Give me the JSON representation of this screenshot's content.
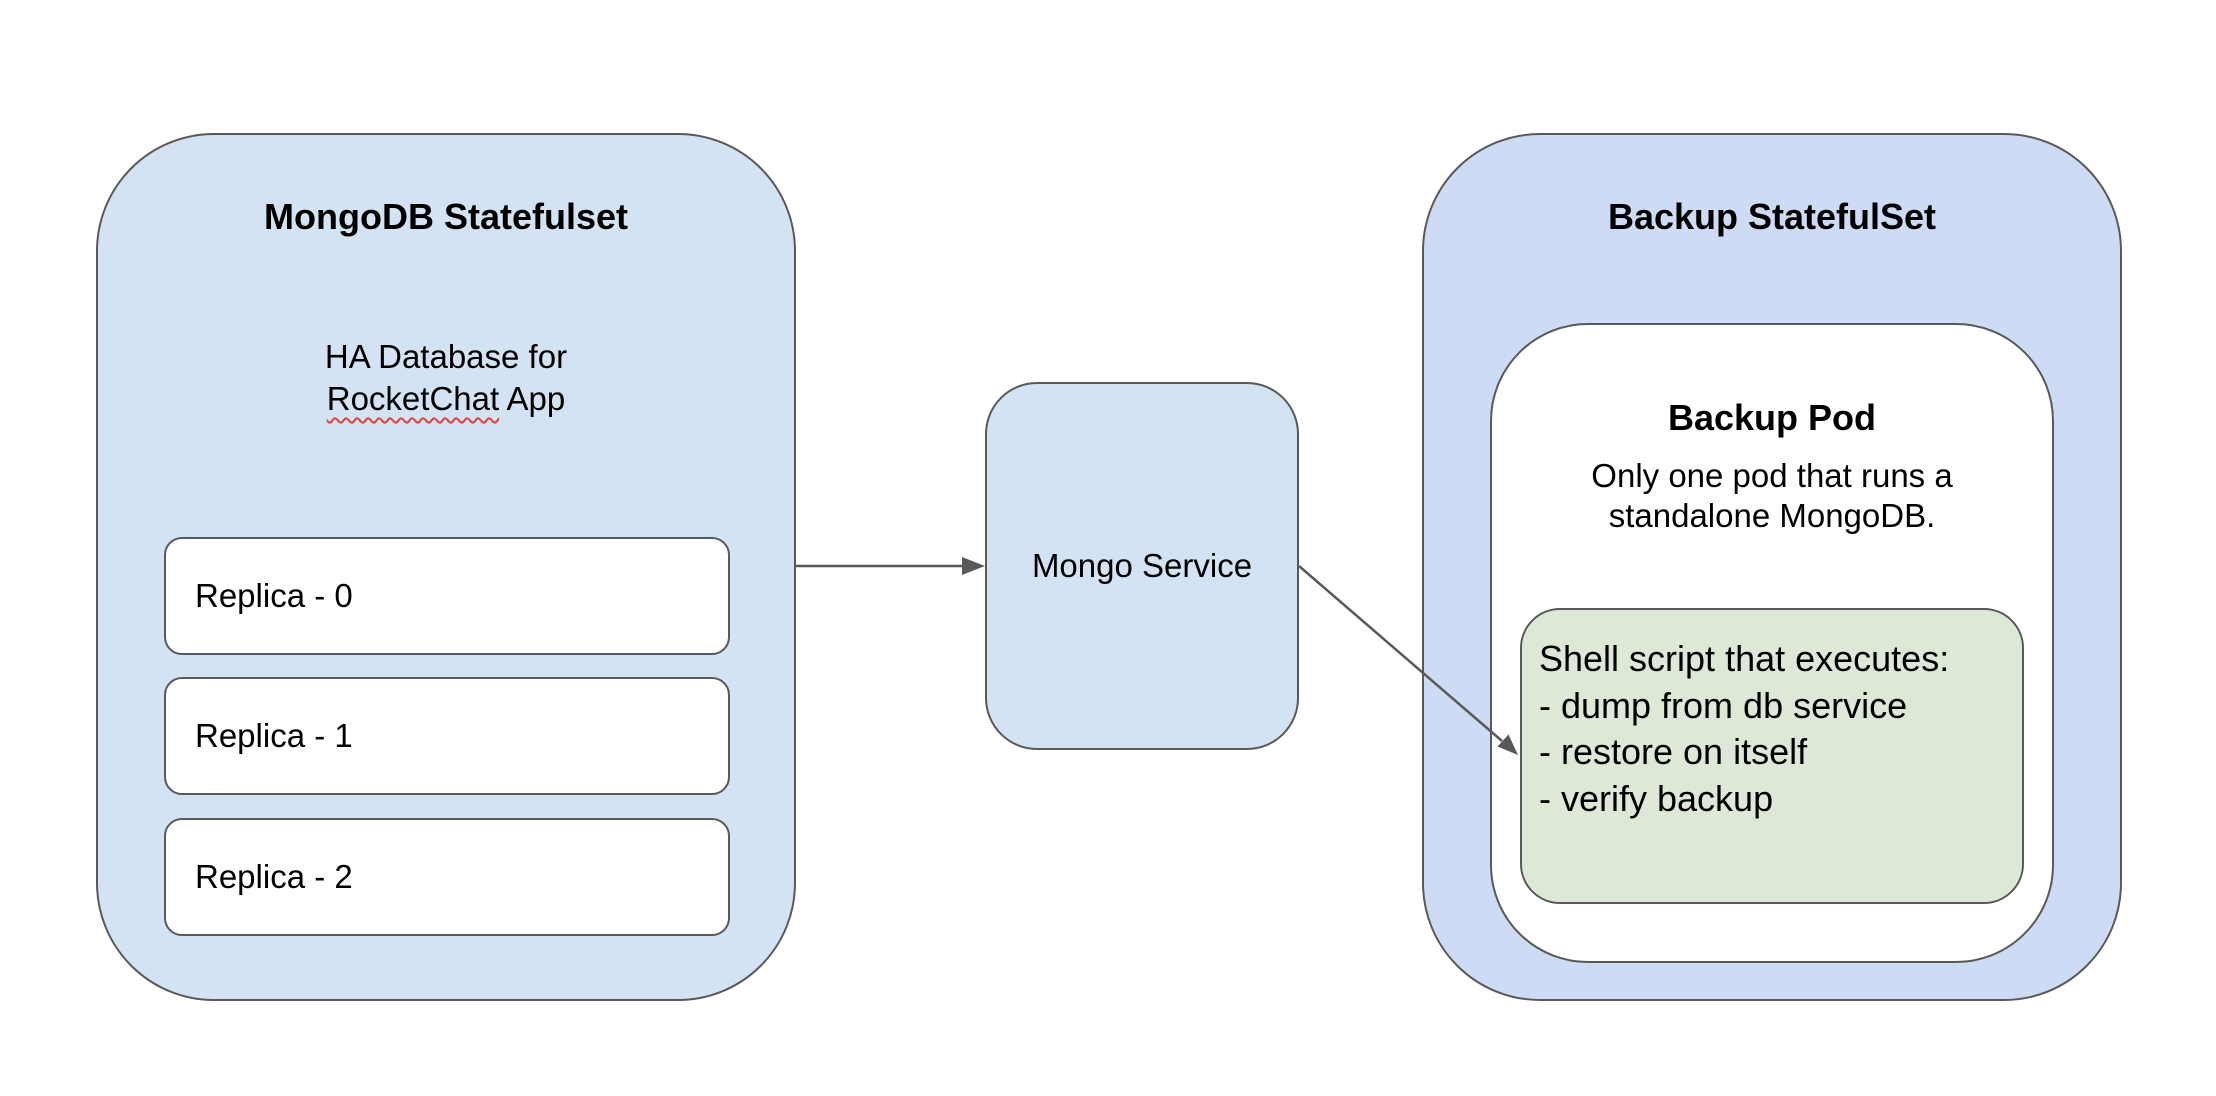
{
  "colors": {
    "mongo_fill": "#d4e3f3",
    "backup_fill": "#cddbf5",
    "pod_fill": "#ffffff",
    "script_fill": "#dde9d6",
    "replica_fill": "#ffffff",
    "border": "#595959",
    "arrow": "#595959"
  },
  "mongodb_statefulset": {
    "title": "MongoDB Statefulset",
    "description_line1": "HA Database for",
    "description_word": "RocketChat",
    "description_rest": " App",
    "replicas": [
      "Replica - 0",
      "Replica - 1",
      "Replica - 2"
    ]
  },
  "mongo_service": {
    "label": "Mongo Service"
  },
  "backup_statefulset": {
    "title": "Backup StatefulSet",
    "pod": {
      "title": "Backup Pod",
      "description_line1": "Only one pod that runs a",
      "description_line2": "standalone MongoDB."
    },
    "script": {
      "lines": [
        "Shell script that executes:",
        "- dump from db service",
        "- restore on itself",
        "- verify backup"
      ]
    }
  }
}
